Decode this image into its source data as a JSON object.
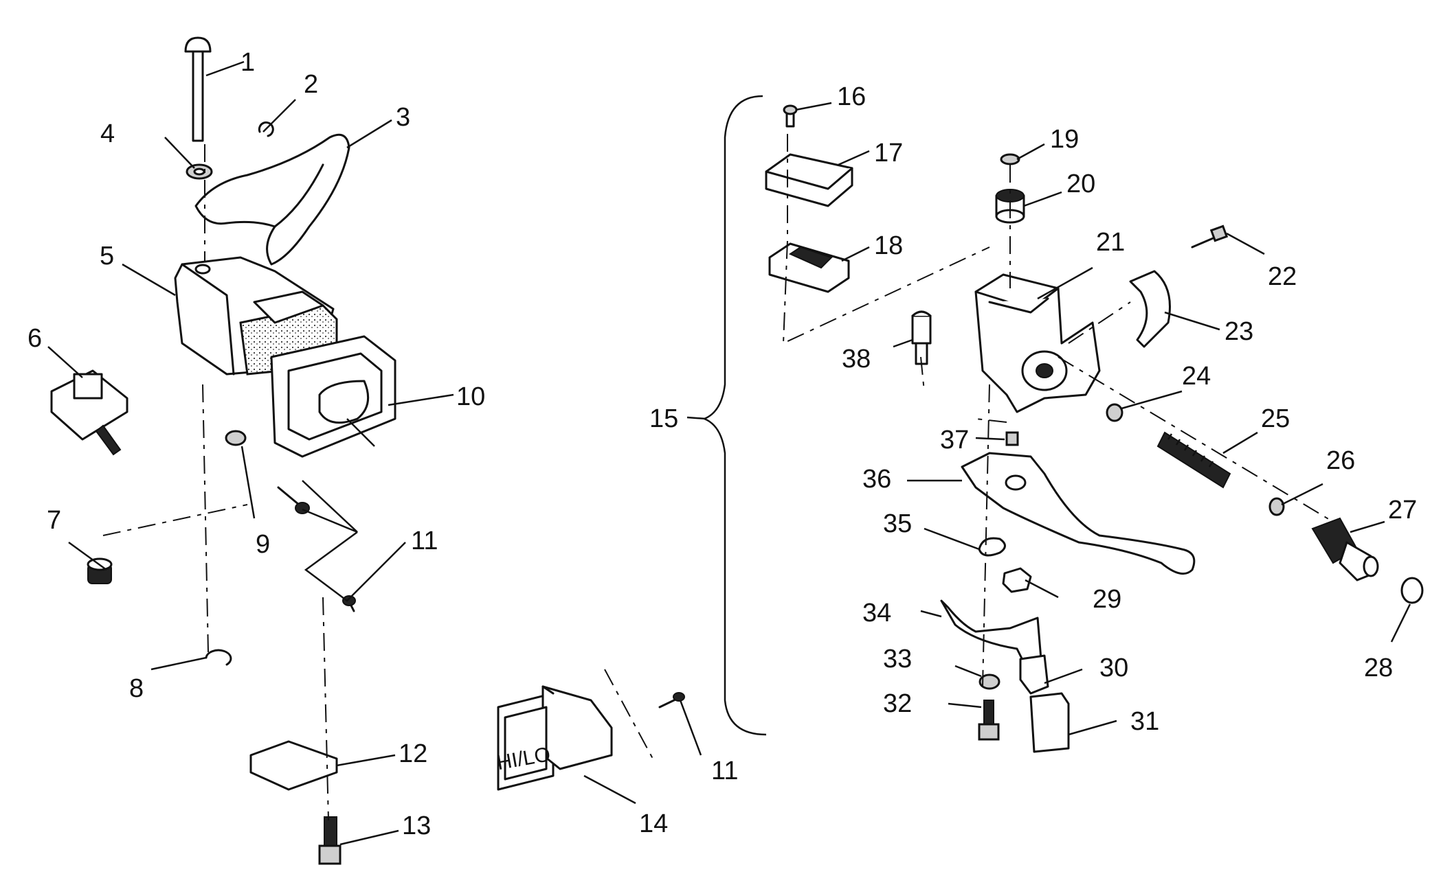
{
  "diagram": {
    "callouts": [
      "1",
      "2",
      "3",
      "4",
      "5",
      "6",
      "7",
      "8",
      "9",
      "10",
      "11",
      "12",
      "13",
      "14",
      "15",
      "16",
      "17",
      "18",
      "19",
      "20",
      "21",
      "22",
      "23",
      "24",
      "25",
      "26",
      "27",
      "28",
      "29",
      "30",
      "31",
      "32",
      "33",
      "34",
      "35",
      "36",
      "37",
      "38"
    ],
    "repeated_callout_11": "11",
    "switch_label": "HI/LO"
  }
}
